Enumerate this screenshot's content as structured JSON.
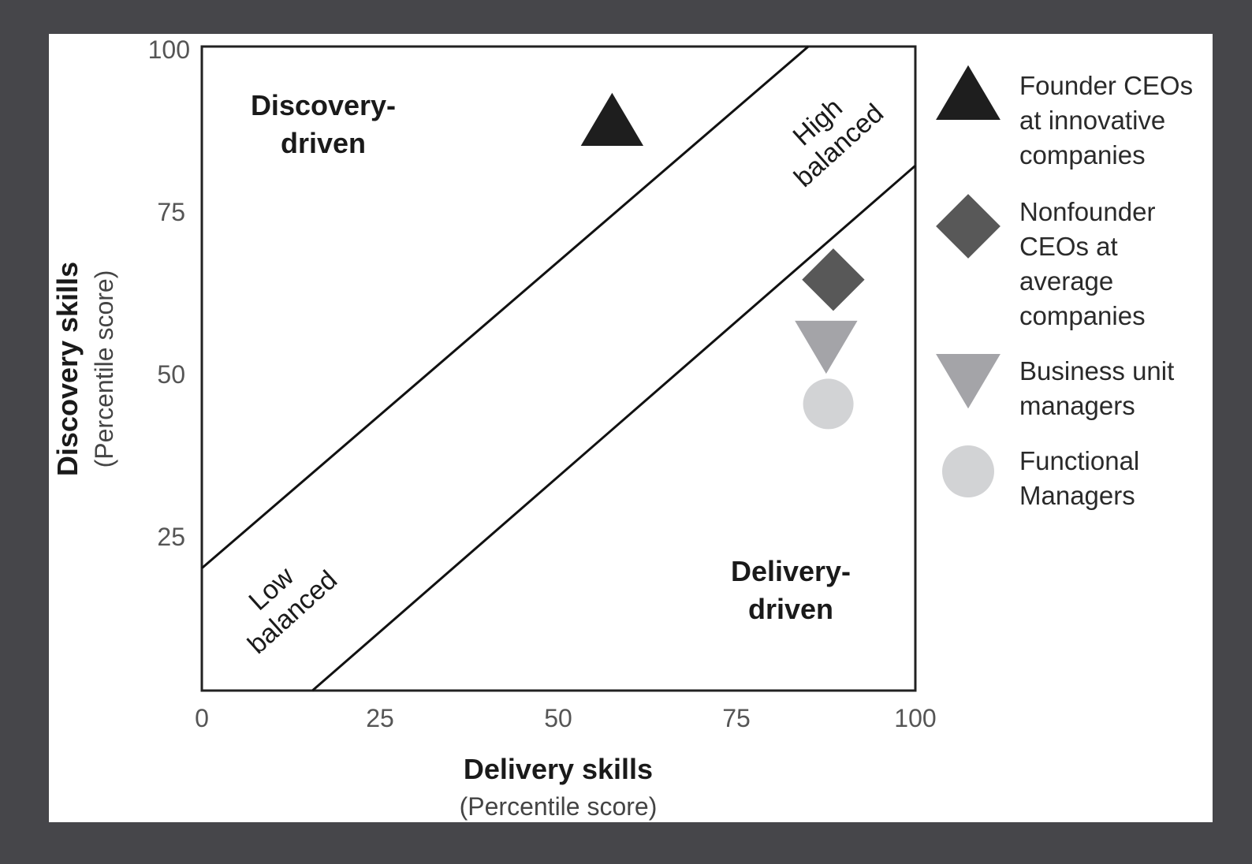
{
  "chart_data": {
    "type": "scatter",
    "title": "",
    "xlabel": "Delivery skills",
    "xlabel_sub": "(Percentile score)",
    "ylabel": "Discovery skills",
    "ylabel_sub": "(Percentile score)",
    "xlim": [
      0,
      100
    ],
    "ylim": [
      0,
      100
    ],
    "x_ticks": [
      "0",
      "25",
      "50",
      "75",
      "100"
    ],
    "y_ticks": [
      "25",
      "50",
      "75",
      "100"
    ],
    "grid": false,
    "legend_position": "right",
    "regions": {
      "discovery_driven": [
        "Discovery-",
        "driven"
      ],
      "delivery_driven": [
        "Delivery-",
        "driven"
      ],
      "high_balanced": [
        "High",
        "balanced"
      ],
      "low_balanced": [
        "Low",
        "balanced"
      ]
    },
    "boundaries": [
      {
        "name": "upper",
        "x": [
          0,
          85
        ],
        "y": [
          19,
          100
        ]
      },
      {
        "name": "lower",
        "x": [
          15.5,
          100
        ],
        "y": [
          0,
          81.5
        ]
      }
    ],
    "series": [
      {
        "name": "Founder CEOs at innovative companies",
        "legend_lines": [
          "Founder CEOs",
          "at innovative",
          "companies"
        ],
        "marker": "triangle-up",
        "color": "#1e1e1e",
        "x": 57.5,
        "y": 88.5
      },
      {
        "name": "Nonfounder CEOs at average companies",
        "legend_lines": [
          "Nonfounder",
          "CEOs at",
          "average",
          "companies"
        ],
        "marker": "diamond",
        "color": "#585858",
        "x": 88.5,
        "y": 63.8
      },
      {
        "name": "Business unit managers",
        "legend_lines": [
          "Business unit",
          "managers"
        ],
        "marker": "triangle-down",
        "color": "#a4a4a8",
        "x": 87.5,
        "y": 53.5
      },
      {
        "name": "Functional Managers",
        "legend_lines": [
          "Functional",
          "Managers"
        ],
        "marker": "circle",
        "color": "#d2d3d5",
        "x": 87.8,
        "y": 44.5
      }
    ]
  }
}
